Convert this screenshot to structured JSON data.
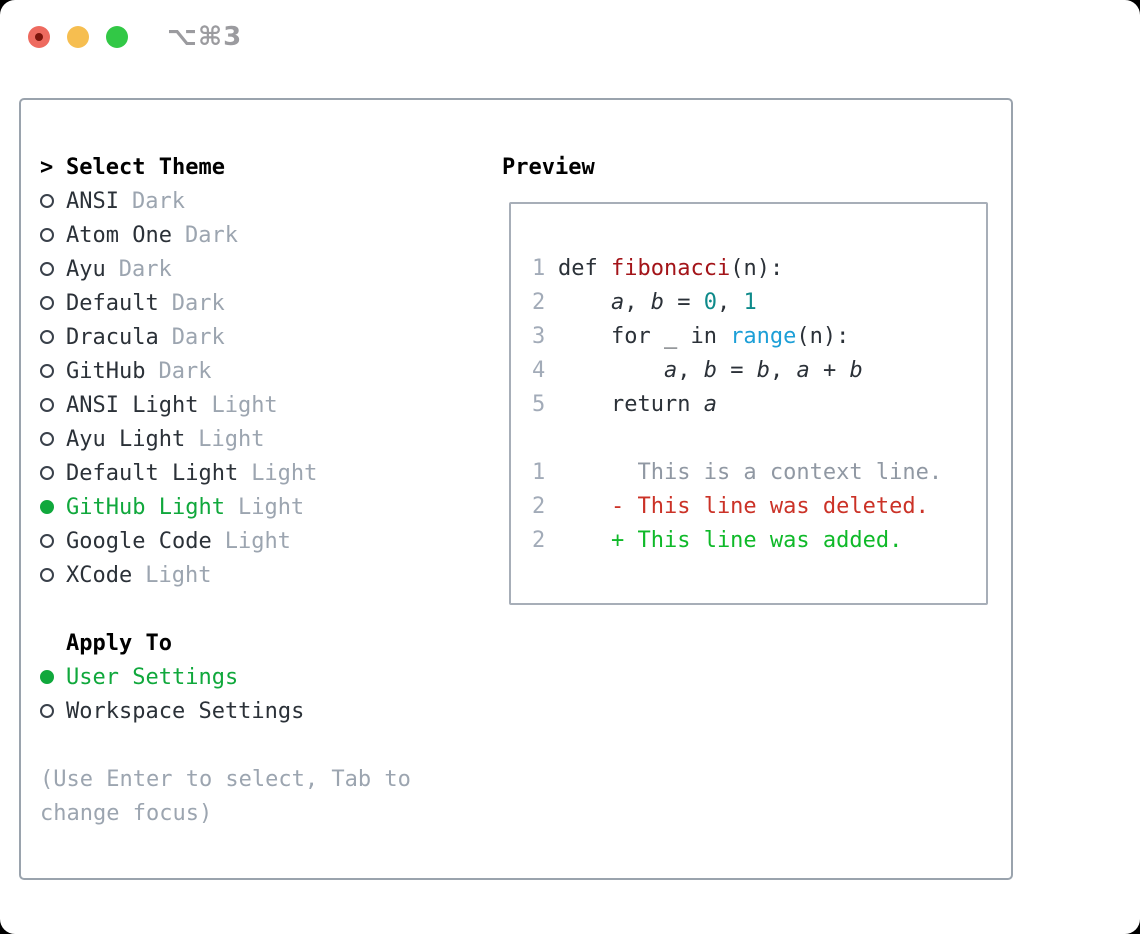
{
  "colors": {
    "window_bg": "#FFFFFF",
    "panel_border": "#9AA3AD",
    "preview_border": "#A7AEB8",
    "heading_black": "#000000",
    "text_dark": "#2B3138",
    "muted": "#9CA5B0",
    "radio_ring": "#3A414B",
    "accent_green": "#10A83C",
    "added_green": "#0FB929",
    "deleted_red": "#CB3227",
    "line_number": "#A2ABB8",
    "context_gray": "#9098A3",
    "syntax_function": "#A31419",
    "syntax_number": "#0E8A8A",
    "syntax_builtin": "#1C9FD7",
    "traffic_red": "#EE6A5F",
    "traffic_red_dot": "#7D150C",
    "traffic_yellow": "#F6BE50",
    "traffic_green": "#32C846",
    "title_gray": "#9B9B9F"
  },
  "window": {
    "title_shortcut": "⌥⌘3"
  },
  "theme_selector": {
    "header_prefix": ">",
    "header": "Select Theme",
    "items": [
      {
        "name": "ANSI",
        "tag": "Dark",
        "selected": false
      },
      {
        "name": "Atom One",
        "tag": "Dark",
        "selected": false
      },
      {
        "name": "Ayu",
        "tag": "Dark",
        "selected": false
      },
      {
        "name": "Default",
        "tag": "Dark",
        "selected": false
      },
      {
        "name": "Dracula",
        "tag": "Dark",
        "selected": false
      },
      {
        "name": "GitHub",
        "tag": "Dark",
        "selected": false
      },
      {
        "name": "ANSI Light",
        "tag": "Light",
        "selected": false
      },
      {
        "name": "Ayu Light",
        "tag": "Light",
        "selected": false
      },
      {
        "name": "Default Light",
        "tag": "Light",
        "selected": false
      },
      {
        "name": "GitHub Light",
        "tag": "Light",
        "selected": true
      },
      {
        "name": "Google Code",
        "tag": "Light",
        "selected": false
      },
      {
        "name": "XCode",
        "tag": "Light",
        "selected": false
      }
    ]
  },
  "apply_to": {
    "header": "Apply To",
    "options": [
      {
        "name": "User Settings",
        "selected": true
      },
      {
        "name": "Workspace Settings",
        "selected": false
      }
    ]
  },
  "hint_lines": [
    "(Use Enter to select, Tab to",
    "change focus)"
  ],
  "preview": {
    "label": "Preview",
    "code_lines": [
      {
        "num": "1",
        "segments": [
          {
            "text": "def ",
            "style": "plain"
          },
          {
            "text": "fibonacci",
            "style": "func"
          },
          {
            "text": "(n):",
            "style": "plain"
          }
        ]
      },
      {
        "num": "2",
        "segments": [
          {
            "text": "    ",
            "style": "plain"
          },
          {
            "text": "a",
            "style": "var"
          },
          {
            "text": ", ",
            "style": "plain"
          },
          {
            "text": "b",
            "style": "var"
          },
          {
            "text": " = ",
            "style": "plain"
          },
          {
            "text": "0",
            "style": "num"
          },
          {
            "text": ", ",
            "style": "plain"
          },
          {
            "text": "1",
            "style": "num"
          }
        ]
      },
      {
        "num": "3",
        "segments": [
          {
            "text": "    for _ in ",
            "style": "plain"
          },
          {
            "text": "range",
            "style": "builtin"
          },
          {
            "text": "(n):",
            "style": "plain"
          }
        ]
      },
      {
        "num": "4",
        "segments": [
          {
            "text": "        ",
            "style": "plain"
          },
          {
            "text": "a",
            "style": "var"
          },
          {
            "text": ", ",
            "style": "plain"
          },
          {
            "text": "b",
            "style": "var"
          },
          {
            "text": " = ",
            "style": "plain"
          },
          {
            "text": "b",
            "style": "var"
          },
          {
            "text": ", ",
            "style": "plain"
          },
          {
            "text": "a",
            "style": "var"
          },
          {
            "text": " + ",
            "style": "plain"
          },
          {
            "text": "b",
            "style": "var"
          }
        ]
      },
      {
        "num": "5",
        "segments": [
          {
            "text": "    return ",
            "style": "plain"
          },
          {
            "text": "a",
            "style": "var"
          }
        ]
      }
    ],
    "diff_lines": [
      {
        "num": "1",
        "style": "context",
        "text": "      This is a context line."
      },
      {
        "num": "2",
        "style": "deleted",
        "text": "    - This line was deleted."
      },
      {
        "num": "2",
        "style": "added",
        "text": "    + This line was added."
      }
    ]
  }
}
